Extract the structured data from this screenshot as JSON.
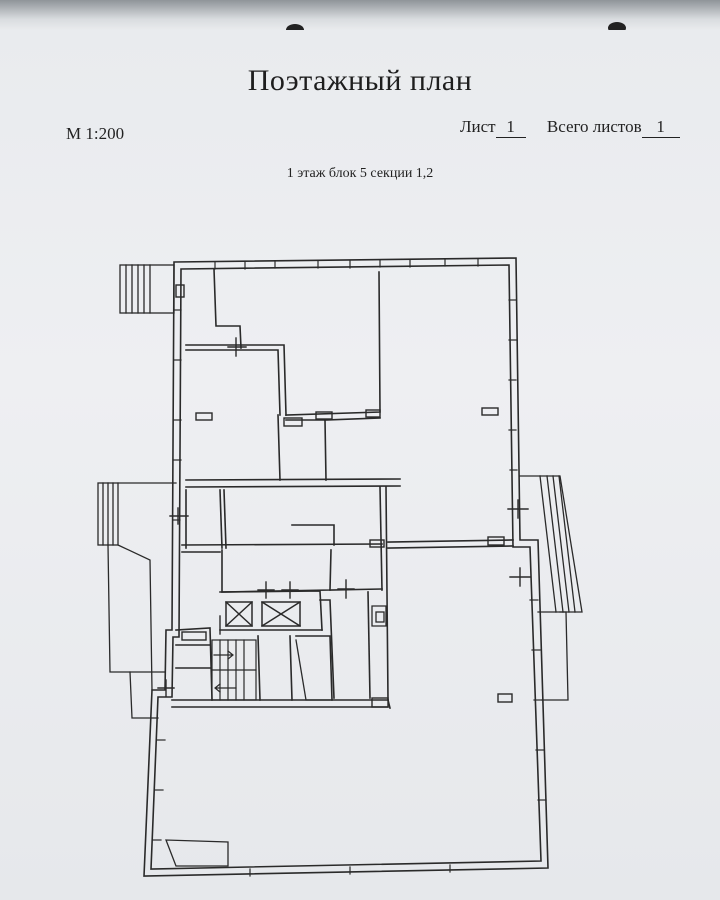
{
  "title": "Поэтажный план",
  "scale": "М 1:200",
  "sheet": {
    "label": "Лист",
    "number": "1",
    "total_label": "Всего листов",
    "total": "1"
  },
  "subtitle": "1 этаж  блок 5  секции 1,2",
  "colors": {
    "paper": "#eceef0",
    "ink": "#2a2a2a",
    "shadow": "#bfc4c9"
  }
}
